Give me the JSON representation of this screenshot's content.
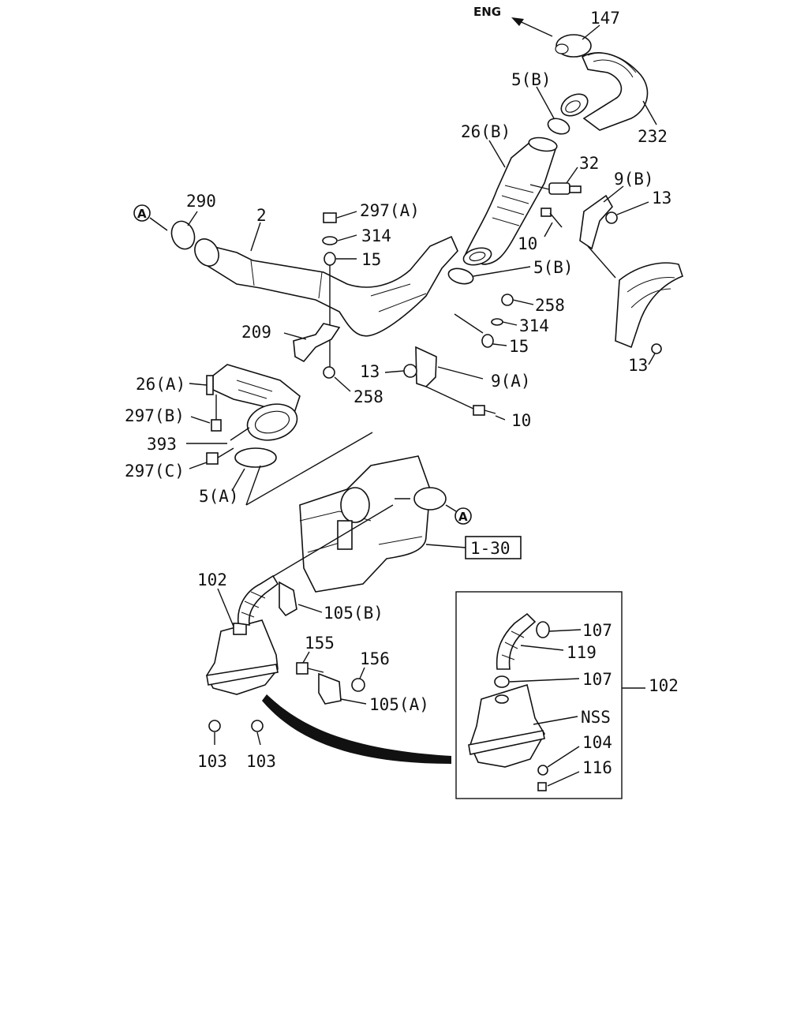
{
  "diagram": {
    "direction_label": "ENG",
    "ref_box": "1-30",
    "circle_ref": "A",
    "callouts": {
      "c147": "147",
      "c5b_top": "5(B)",
      "c232": "232",
      "c26b": "26(B)",
      "c32": "32",
      "c9b": "9(B)",
      "c13_r": "13",
      "c290": "290",
      "c2": "2",
      "c297a": "297(A)",
      "c314_a": "314",
      "c15_a": "15",
      "c10_a": "10",
      "c5b_mid": "5(B)",
      "c258_r": "258",
      "c314_b": "314",
      "c15_b": "15",
      "c209": "209",
      "c13_lo": "13",
      "c13_mid": "13",
      "c9a": "9(A)",
      "c258_b": "258",
      "c26a": "26(A)",
      "c10_b": "10",
      "c297b": "297(B)",
      "c393": "393",
      "c297c": "297(C)",
      "c5a": "5(A)",
      "c102": "102",
      "c105b": "105(B)",
      "c155": "155",
      "c156": "156",
      "c105a": "105(A)",
      "c103_l": "103",
      "c103_r": "103",
      "c107_top": "107",
      "c119": "119",
      "c107_mid": "107",
      "c102_detail": "102",
      "cnss": "NSS",
      "c104": "104",
      "c116": "116"
    }
  }
}
